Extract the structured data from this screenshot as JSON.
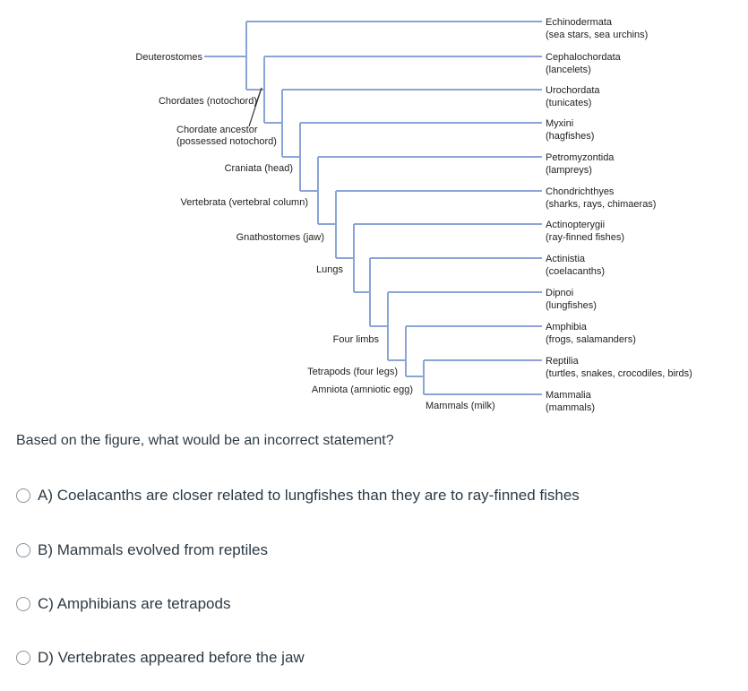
{
  "diagram": {
    "taxa": [
      {
        "name": "Echinodermata",
        "sub": "(sea stars, sea urchins)"
      },
      {
        "name": "Cephalochordata",
        "sub": "(lancelets)"
      },
      {
        "name": "Urochordata",
        "sub": "(tunicates)"
      },
      {
        "name": "Myxini",
        "sub": "(hagfishes)"
      },
      {
        "name": "Petromyzontida",
        "sub": "(lampreys)"
      },
      {
        "name": "Chondrichthyes",
        "sub": "(sharks, rays, chimaeras)"
      },
      {
        "name": "Actinopterygii",
        "sub": "(ray-finned fishes)"
      },
      {
        "name": "Actinistia",
        "sub": "(coelacanths)"
      },
      {
        "name": "Dipnoi",
        "sub": "(lungfishes)"
      },
      {
        "name": "Amphibia",
        "sub": "(frogs, salamanders)"
      },
      {
        "name": "Reptilia",
        "sub": "(turtles, snakes, crocodiles, birds)"
      },
      {
        "name": "Mammalia",
        "sub": "(mammals)"
      }
    ],
    "traits": {
      "deuterostomes": "Deuterostomes",
      "chordates": "Chordates (notochord)",
      "ancestor_line1": "Chordate ancestor",
      "ancestor_line2": "(possessed notochord)",
      "craniata": "Craniata (head)",
      "vertebrata": "Vertebrata (vertebral column)",
      "gnathostomes": "Gnathostomes (jaw)",
      "lungs": "Lungs",
      "four_limbs": "Four limbs",
      "tetrapods": "Tetrapods (four legs)",
      "amniota": "Amniota (amniotic egg)",
      "mammals": "Mammals (milk)"
    },
    "colors": {
      "branch": "#8aa4d6",
      "text": "#222222"
    }
  },
  "question": "Based on the figure, what would be an incorrect statement?",
  "options": [
    "A) Coelacanths are closer related to lungfishes than they are to ray-finned fishes",
    "B) Mammals evolved from reptiles",
    "C) Amphibians are tetrapods",
    "D) Vertebrates appeared before the jaw"
  ]
}
